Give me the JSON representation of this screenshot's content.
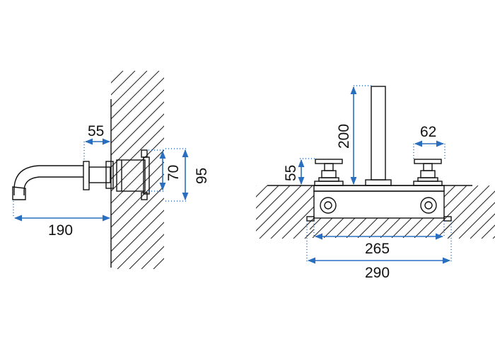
{
  "colors": {
    "dimension": "#2a6fbf",
    "outline": "#111111",
    "background": "#ffffff"
  },
  "side_view": {
    "dim_spout_reach": "190",
    "dim_wall_offset": "55",
    "dim_plate_inner": "70",
    "dim_plate_outer": "95"
  },
  "front_view": {
    "dim_spout_height": "200",
    "dim_handle_height": "55",
    "dim_handle_width": "62",
    "dim_body_width_inner": "265",
    "dim_body_width_outer": "290"
  }
}
